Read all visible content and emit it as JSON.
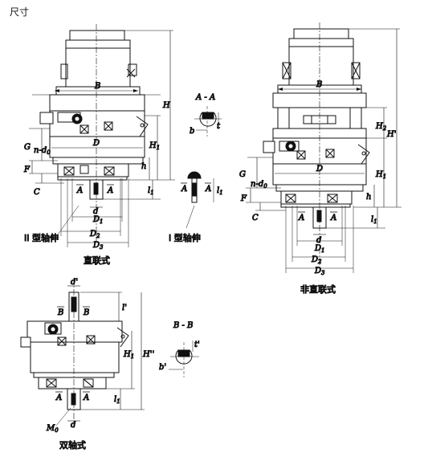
{
  "page_title": "尺寸",
  "views": {
    "direct": {
      "caption": "直联式",
      "labels": {
        "B": "B",
        "D": "D",
        "H": "H",
        "H1": "H",
        "H1_sub": "1",
        "G": "G",
        "nd0": "n-d",
        "nd0_sub": "0",
        "F": "F",
        "C": "C",
        "h": "h",
        "l1": "l",
        "l1_sub": "1",
        "d": "d",
        "D1": "D",
        "D1_sub": "1",
        "D2": "D",
        "D2_sub": "2",
        "D3": "D",
        "D3_sub": "3",
        "A": "A"
      },
      "shaft_type_2": "II 型轴伸"
    },
    "section_aa": {
      "title": "A - A",
      "labels": {
        "b": "b",
        "t": "t",
        "l1": "l",
        "l1_sub": "1",
        "A": "A"
      },
      "shaft_type_1": "I 型轴伸"
    },
    "indirect": {
      "caption": "非直联式",
      "labels": {
        "B": "B",
        "D": "D",
        "H2": "H",
        "H2_sub": "2",
        "Hp": "H'",
        "H1": "H",
        "H1_sub": "1",
        "G": "G",
        "nd0": "n-d",
        "nd0_sub": "0",
        "F": "F",
        "C": "C",
        "h": "h",
        "l1": "l",
        "l1_sub": "1",
        "d": "d",
        "D1": "D",
        "D1_sub": "1",
        "D2": "D",
        "D2_sub": "2",
        "D3": "D",
        "D3_sub": "3",
        "A": "A"
      }
    },
    "double": {
      "caption": "双轴式",
      "labels": {
        "dp": "d'",
        "B": "B",
        "lp": "l'",
        "H1": "H",
        "H1_sub": "1",
        "Hpp": "H''",
        "l1": "l",
        "l1_sub": "1",
        "A": "A",
        "M0": "M",
        "M0_sub": "0",
        "d": "d"
      }
    },
    "section_bb": {
      "title": "B - B",
      "labels": {
        "bp": "b'",
        "tp": "t'"
      }
    }
  }
}
